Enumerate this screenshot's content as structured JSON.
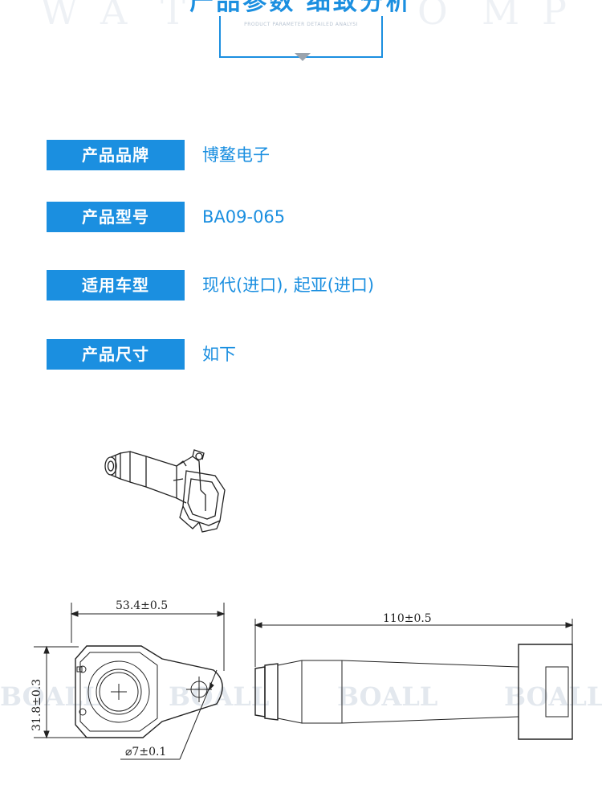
{
  "header": {
    "title": "产品参数 细致分析",
    "subtitle": "PRODUCT PARAMETER DETAILED ANALYSI",
    "watermark_letters": [
      "W",
      "A",
      "T",
      "O",
      "M",
      "P"
    ]
  },
  "specs": [
    {
      "label": "产品品牌",
      "value": "博鳌电子"
    },
    {
      "label": "产品型号",
      "value": "BA09-065"
    },
    {
      "label": "适用车型",
      "value": "现代(进口), 起亚(进口)"
    },
    {
      "label": "产品尺寸",
      "value": "如下"
    }
  ],
  "drawing": {
    "width_dim": "53.4±0.5",
    "height_dim": "31.8±0.3",
    "hole_dim": "⌀7±0.1",
    "length_dim": "110±0.5",
    "watermark": "BOALL"
  },
  "colors": {
    "accent": "#1b8fe0",
    "line": "#222222",
    "watermark": "#e3e8ee"
  }
}
